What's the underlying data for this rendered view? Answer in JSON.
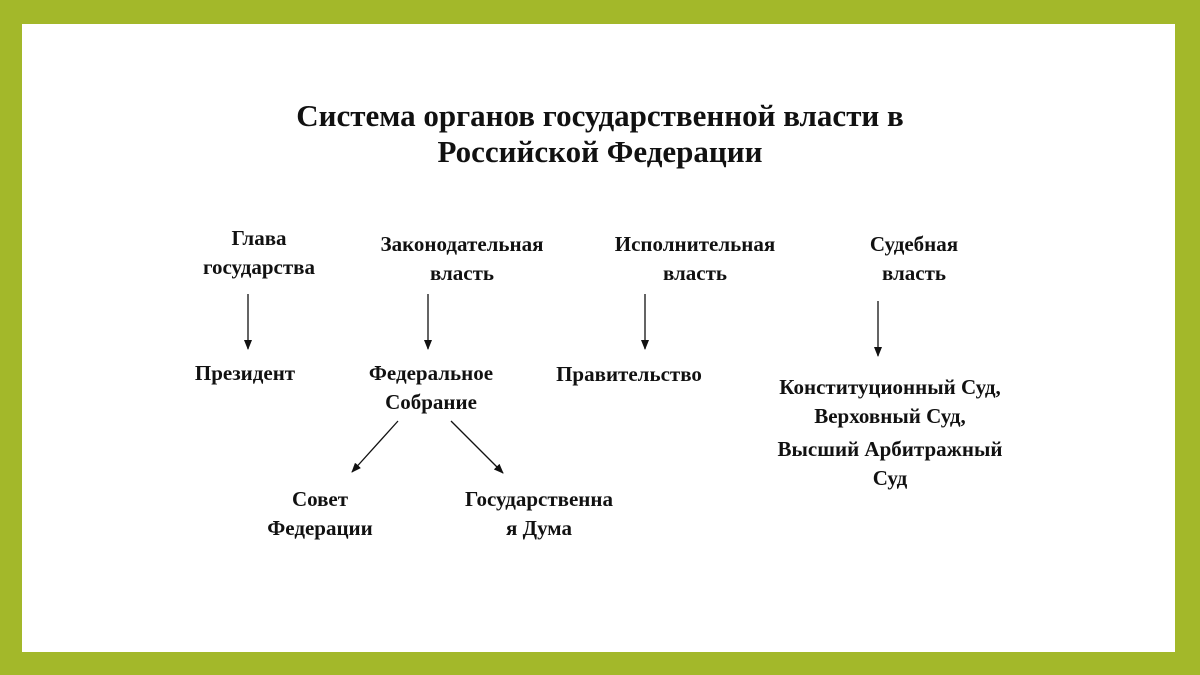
{
  "title": {
    "line1": "Система органов государственной власти в",
    "line2": "Российской Федерации"
  },
  "branches": {
    "head_of_state": [
      "Глава",
      "государства"
    ],
    "legislative": [
      "Законодательная",
      "власть"
    ],
    "executive": [
      "Исполнительная",
      "власть"
    ],
    "judicial": [
      "Судебная",
      "власть"
    ]
  },
  "bodies": {
    "president": "Президент",
    "federal_assembly": [
      "Федеральное",
      "Собрание"
    ],
    "government": "Правительство",
    "courts": [
      "Конституционный  Суд,",
      "Верховный Суд,",
      "Высший Арбитражный",
      "Суд"
    ]
  },
  "chambers": {
    "federation_council": [
      "Совет",
      "Федерации"
    ],
    "state_duma": [
      "Государственна",
      "я Дума"
    ]
  },
  "colors": {
    "frame": "#a3b82a",
    "background": "#ffffff",
    "text": "#111111"
  }
}
